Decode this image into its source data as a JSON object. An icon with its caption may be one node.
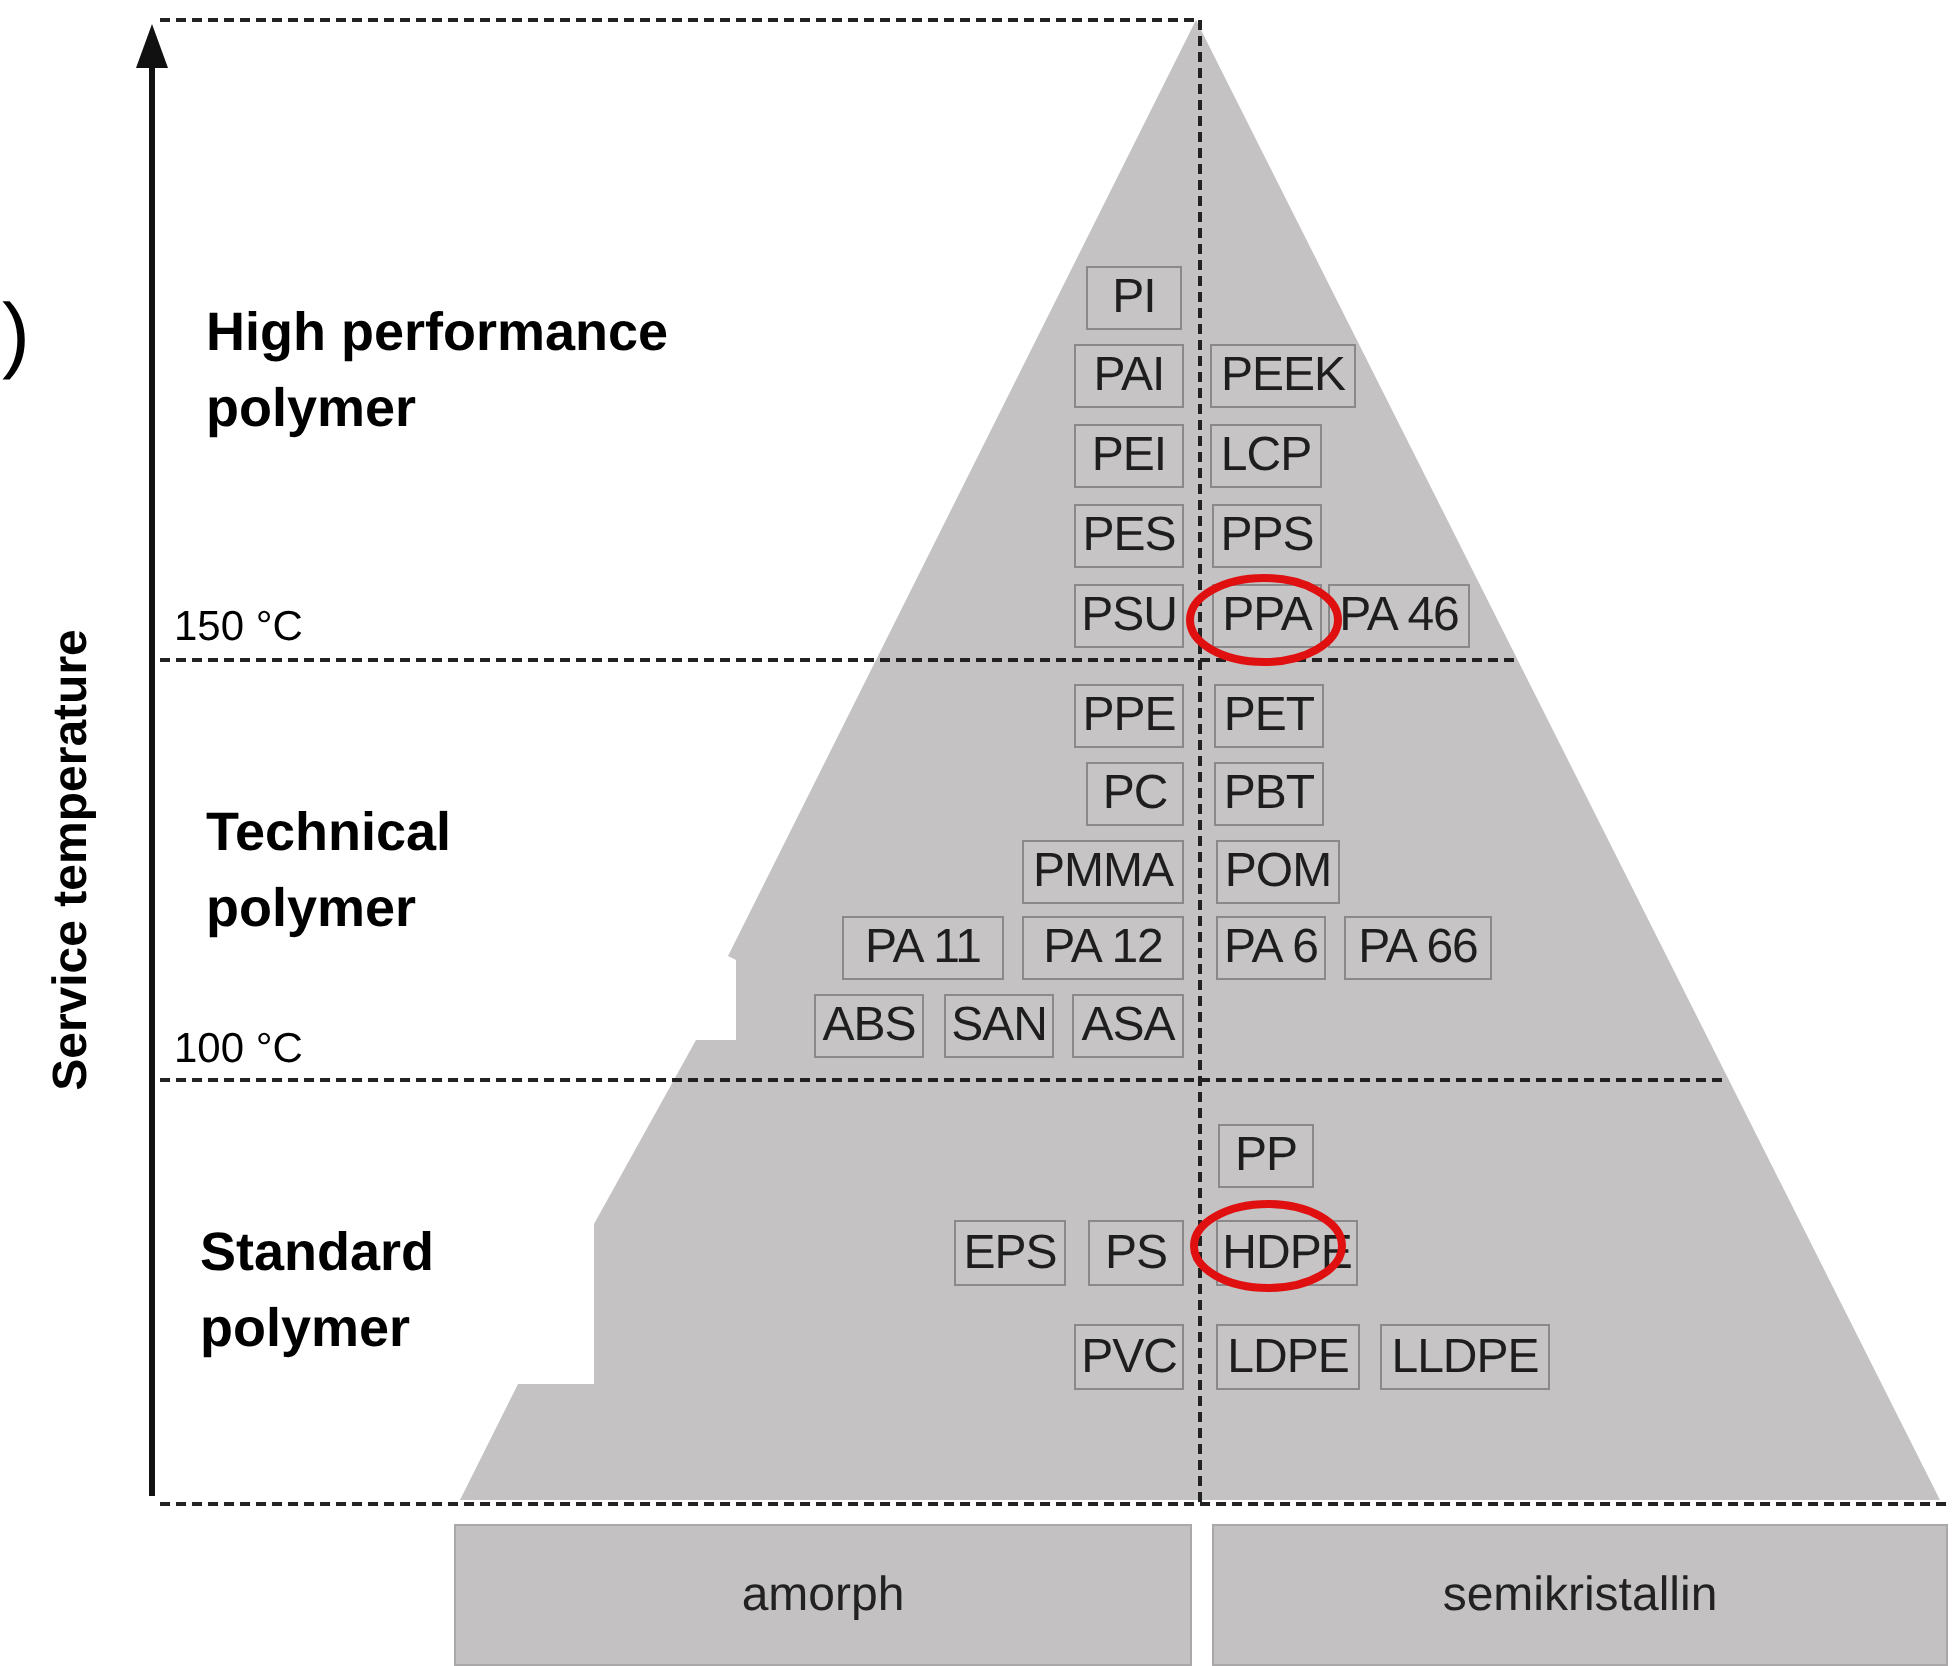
{
  "diagram": {
    "nodes": [
      {
        "text": [
          "PI"
        ]
      },
      {
        "text": [
          "PAI"
        ]
      },
      {
        "text": [
          "PEEK"
        ]
      },
      {
        "text": [
          "PEI"
        ]
      },
      {
        "text": [
          "LCP"
        ]
      },
      {
        "text": [
          "PES"
        ]
      },
      {
        "text": [
          "PPS"
        ]
      },
      {
        "text": [
          "PSU"
        ]
      },
      {
        "text": [
          "PPA"
        ]
      },
      {
        "text": [
          "PA 46"
        ]
      },
      {
        "text": [
          "PPE"
        ]
      },
      {
        "text": [
          "PET"
        ]
      },
      {
        "text": [
          "PC"
        ]
      },
      {
        "text": [
          "PBT"
        ]
      },
      {
        "text": [
          "PMMA"
        ]
      },
      {
        "text": [
          "POM"
        ]
      },
      {
        "text": [
          "PA 11"
        ]
      },
      {
        "text": [
          "PA 12"
        ]
      },
      {
        "text": [
          "PA 6"
        ]
      },
      {
        "text": [
          "PA 66"
        ]
      },
      {
        "text": [
          "ABS"
        ]
      },
      {
        "text": [
          "SAN"
        ]
      },
      {
        "text": [
          "ASA"
        ]
      },
      {
        "text": [
          "PP"
        ]
      },
      {
        "text": [
          "EPS"
        ]
      },
      {
        "text": [
          "PS"
        ]
      },
      {
        "text": [
          "HDPE"
        ]
      },
      {
        "text": [
          "PVC"
        ]
      },
      {
        "text": [
          "LDPE"
        ]
      },
      {
        "text": [
          "LLDPE"
        ]
      },
      {
        "text": [
          "amorph"
        ]
      },
      {
        "text": [
          "semikristallin"
        ]
      }
    ],
    "labels": [
      ")",
      "High performance polymer",
      "150 °C",
      "Technical polymer",
      "100 °C",
      "Standard polymer",
      "Service temperature"
    ]
  }
}
